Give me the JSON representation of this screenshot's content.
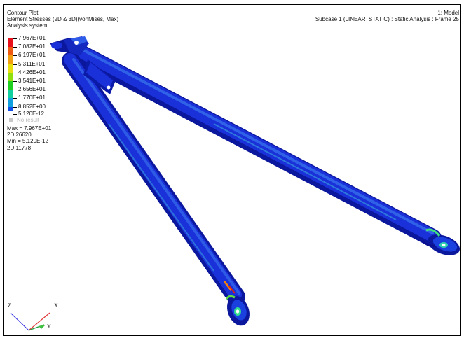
{
  "header": {
    "left": [
      "Contour Plot",
      "Element Stresses (2D & 3D)(vonMises, Max)",
      "Analysis system"
    ],
    "right": [
      "1: Model",
      "Subcase 1 (LINEAR_STATIC) : Static Analysis : Frame 25"
    ]
  },
  "legend": {
    "entries": [
      {
        "label": "7.967E+01",
        "color": "#e8101a"
      },
      {
        "label": "7.082E+01",
        "color": "#f05a10"
      },
      {
        "label": "6.197E+01",
        "color": "#f0a010"
      },
      {
        "label": "5.311E+01",
        "color": "#e8e010"
      },
      {
        "label": "4.426E+01",
        "color": "#90e010"
      },
      {
        "label": "3.541E+01",
        "color": "#20d020"
      },
      {
        "label": "2.656E+01",
        "color": "#10d0a0"
      },
      {
        "label": "1.770E+01",
        "color": "#10a0e0"
      },
      {
        "label": "8.852E+00",
        "color": "#1050e8"
      },
      {
        "label": "5.120E-12",
        "color": "#0a10c0"
      }
    ],
    "no_result": "No result"
  },
  "stats": [
    "Max = 7.967E+01",
    "2D 26620",
    "Min = 5.120E-12",
    "2D 11778"
  ],
  "triad": {
    "z": "Z",
    "x": "X",
    "y": "Y"
  },
  "colors": {
    "part_base": "#1326c8",
    "part_highlight": "#2e68ee",
    "accent_green": "#20d080"
  }
}
